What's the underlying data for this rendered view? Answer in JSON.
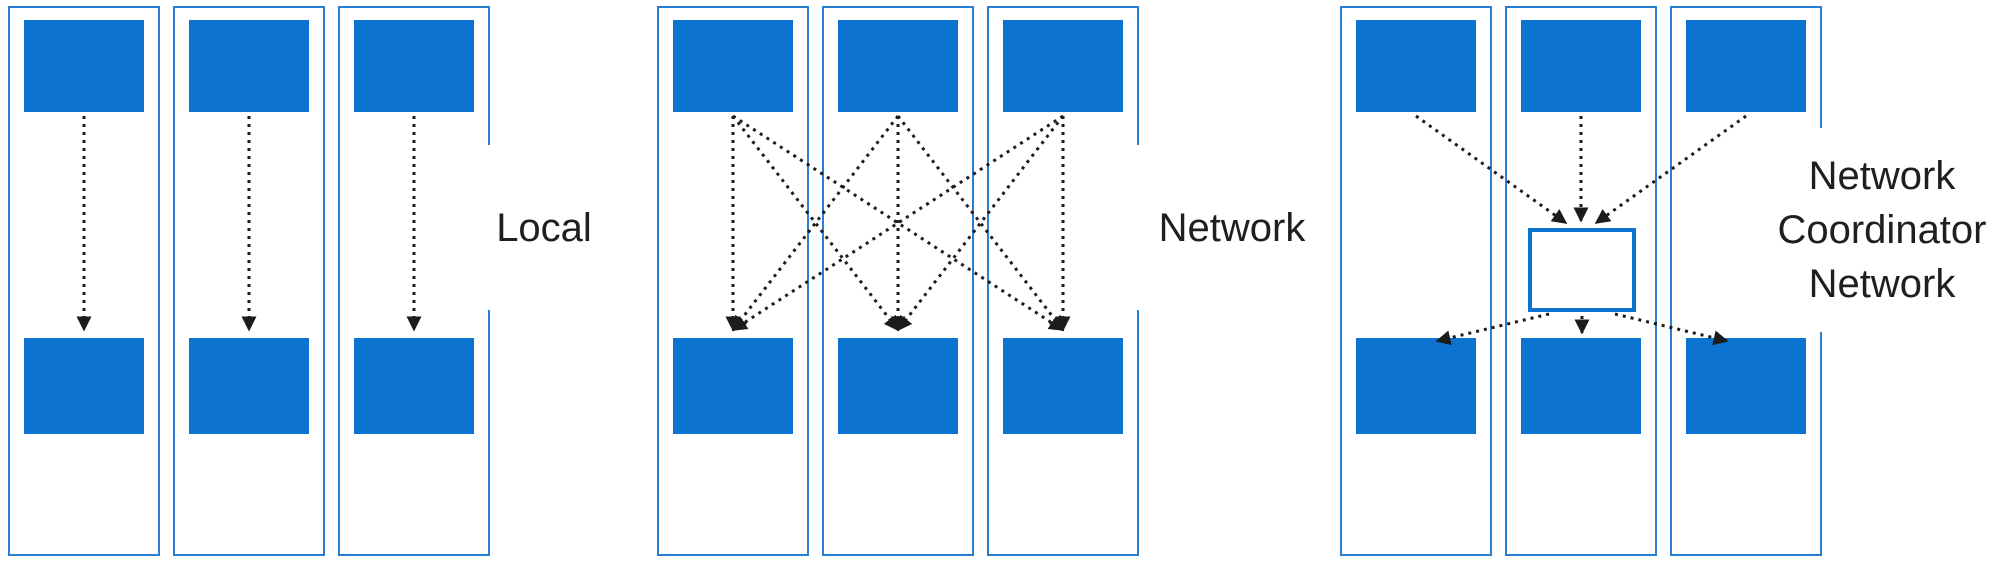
{
  "page": {
    "background": "#ffffff"
  },
  "diagram": {
    "groups": [
      {
        "id": "local",
        "label": "Local",
        "column_count": 3,
        "top_nodes": 3,
        "bottom_nodes": 3,
        "topology": "point-to-point"
      },
      {
        "id": "network",
        "label": "Network",
        "column_count": 3,
        "top_nodes": 3,
        "bottom_nodes": 3,
        "topology": "full-mesh"
      },
      {
        "id": "network-coordinator",
        "label_lines": [
          "Network",
          "Coordinator",
          "Network"
        ],
        "column_count": 3,
        "top_nodes": 3,
        "bottom_nodes": 3,
        "has_coordinator_node": true,
        "topology": "hub-and-spoke"
      }
    ],
    "colors": {
      "node_fill": "#0d73d0",
      "column_border": "#2b7fd3",
      "coordinator_border": "#0d73d0",
      "arrow_color": "#1c1c1c",
      "label_text": "#1f1f1f"
    }
  }
}
